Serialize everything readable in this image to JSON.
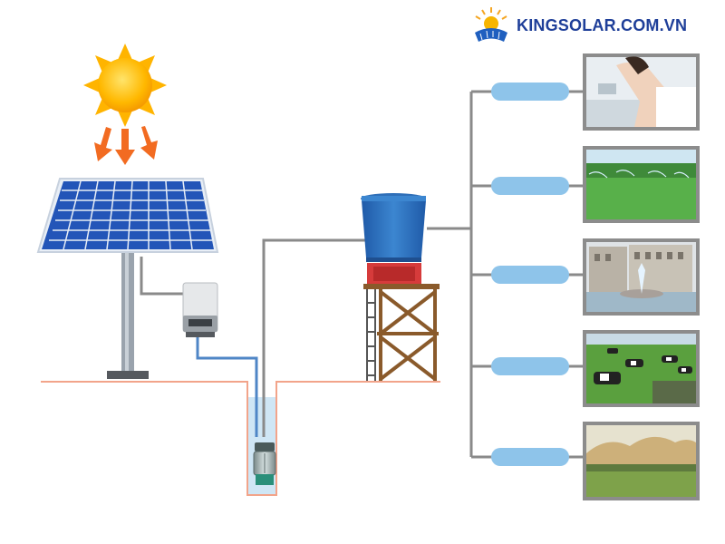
{
  "brand": {
    "name": "KINGSOLAR.COM.VN",
    "logo_icon": "sun-solar-panel-logo-icon",
    "color": "#1f3f99"
  },
  "colors": {
    "pipe_gray": "#8a8a8a",
    "water_blue": "#4f86c6",
    "ground_line": "#f2a48a",
    "panel_blue": "#2355b8",
    "tank_blue": "#2f6fb8",
    "tower_brown": "#8a5a2b",
    "label_pill": "#8ec4ea"
  },
  "diagram": {
    "components": [
      "sun-icon",
      "solar-panel-icon",
      "inverter-icon",
      "borehole-pump-icon",
      "water-tank-tower-icon"
    ],
    "applications": [
      {
        "icon": "household-water-photo",
        "label": ""
      },
      {
        "icon": "farm-irrigation-photo",
        "label": ""
      },
      {
        "icon": "city-fountain-photo",
        "label": ""
      },
      {
        "icon": "livestock-cows-photo",
        "label": ""
      },
      {
        "icon": "desert-landscape-photo",
        "label": ""
      }
    ]
  }
}
